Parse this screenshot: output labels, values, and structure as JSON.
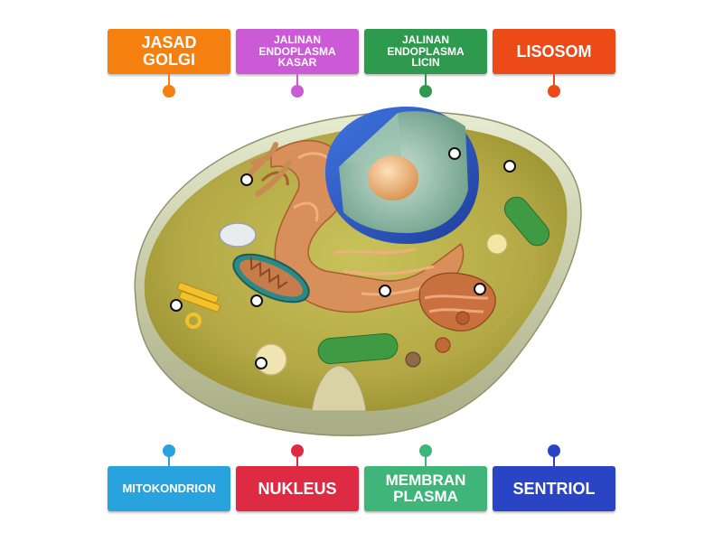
{
  "labels": {
    "top": [
      {
        "text": "JASAD\nGOLGI",
        "color": "#f5800f"
      },
      {
        "text": "JALINAN\nENDOPLASMA\nKASAR",
        "color": "#cc59d6"
      },
      {
        "text": "JALINAN\nENDOPLASMA\nLICIN",
        "color": "#2e9a4e"
      },
      {
        "text": "LISOSOM",
        "color": "#ec4a16"
      }
    ],
    "bottom": [
      {
        "text": "MITOKONDRION",
        "color": "#29a3dd"
      },
      {
        "text": "NUKLEUS",
        "color": "#de2b43"
      },
      {
        "text": "MEMBRAN\nPLASMA",
        "color": "#3fb57a"
      },
      {
        "text": "SENTRIOL",
        "color": "#2a44c6"
      }
    ]
  }
}
